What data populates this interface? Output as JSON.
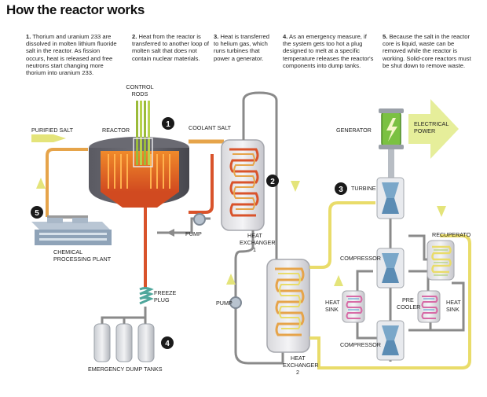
{
  "title": "How the reactor works",
  "steps": [
    {
      "num": "1.",
      "text": "Thorium and uranium 233 are dissolved in molten lithium fluoride salt in the reactor. As fission occurs, heat is released and free neutrons start changing more thorium into uranium 233."
    },
    {
      "num": "2.",
      "text": "Heat from the reactor is transferred to another loop of molten salt that does not contain nuclear materials."
    },
    {
      "num": "3.",
      "text": "Heat is transferred to helium gas, which runs turbines that power a generator."
    },
    {
      "num": "4.",
      "text": "As an emergency measure, if the system gets too hot a plug designed to melt at a specific temperature releases the reactor's components into dump tanks."
    },
    {
      "num": "5.",
      "text": "Because the salt in the reactor core is liquid, waste can be removed while the reactor is working. Solid-core reactors must be shut down to remove waste."
    }
  ],
  "labels": {
    "control_rods_1": "CONTROL",
    "control_rods_2": "RODS",
    "purified_salt": "PURIFIED SALT",
    "reactor": "REACTOR",
    "coolant_salt": "COOLANT SALT",
    "pump_1": "PUMP",
    "pump_2": "PUMP",
    "heat_exchanger_1_a": "HEAT",
    "heat_exchanger_1_b": "EXCHANGER",
    "heat_exchanger_1_c": "1",
    "heat_exchanger_2_a": "HEAT",
    "heat_exchanger_2_b": "EXCHANGER",
    "heat_exchanger_2_c": "2",
    "chemical_1": "CHEMICAL",
    "chemical_2": "PROCESSING PLANT",
    "freeze_plug_1": "FREEZE",
    "freeze_plug_2": "PLUG",
    "dump_tanks": "EMERGENCY DUMP TANKS",
    "generator": "GENERATOR",
    "electrical_1": "ELECTRICAL",
    "electrical_2": "POWER",
    "turbine": "TURBINE",
    "recuperator": "RECUPERATO",
    "compressor_1": "COMPRESSOR",
    "compressor_2": "COMPRESSOR",
    "heat_sink_l_1": "HEAT",
    "heat_sink_l_2": "SINK",
    "heat_sink_r_1": "HEAT",
    "heat_sink_r_2": "SINK",
    "pre_cooler_1": "PRE",
    "pre_cooler_2": "COOLER"
  },
  "markers": [
    "1",
    "2",
    "3",
    "4",
    "5"
  ],
  "colors": {
    "reactor_body": "#4d4d55",
    "core_orange": "#e8742a",
    "hot_salt": "#d9532b",
    "coolant": "#e6a44a",
    "gas_loop": "#e9dc6a",
    "pipe_gray": "#8a8a8a",
    "arrow_yellow": "#e4e47a",
    "generator_green": "#7bc142",
    "power_arrow": "#e6ee9a"
  }
}
